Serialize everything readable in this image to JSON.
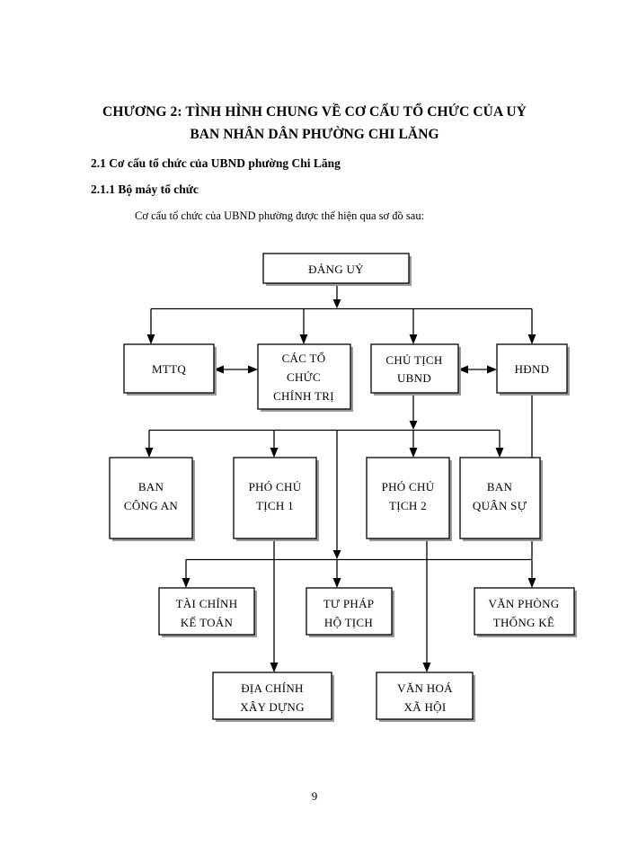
{
  "document": {
    "title_line1": "CHƯƠNG 2: TÌNH HÌNH CHUNG VỀ CƠ CẤU TỔ CHỨC CỦA UỶ",
    "title_line2": "BAN NHÂN DÂN PHƯỜNG CHI LĂNG",
    "heading_2_1": "2.1 Cơ cấu tổ chức của UBND phường Chi Lăng",
    "heading_2_1_1": "2.1.1 Bộ máy tổ chức",
    "intro_paragraph": "Cơ cấu tổ chức của UBND phường được thể hiện qua sơ đồ sau:",
    "page_number": "9"
  },
  "chart_data": {
    "type": "diagram",
    "title": "Sơ đồ cơ cấu tổ chức UBND phường Chi Lăng",
    "orientation": "top-down",
    "line_color": "#000000",
    "box_fill": "#ffffff",
    "shadow_color": "#9a9a9a",
    "levels": [
      {
        "level": 1,
        "nodes": [
          {
            "id": "dang-uy",
            "lines": [
              "ĐẢNG UỶ"
            ]
          }
        ]
      },
      {
        "level": 2,
        "nodes": [
          {
            "id": "mttq",
            "lines": [
              "MTTQ"
            ]
          },
          {
            "id": "cac-to-chuc-chinh-tri",
            "lines": [
              "CÁC TỔ",
              "CHỨC",
              "CHÍNH TRỊ"
            ]
          },
          {
            "id": "chu-tich-ubnd",
            "lines": [
              "CHỦ TỊCH",
              "UBND"
            ]
          },
          {
            "id": "hdnd",
            "lines": [
              "HĐND"
            ]
          }
        ]
      },
      {
        "level": 3,
        "nodes": [
          {
            "id": "ban-cong-an",
            "lines": [
              "BAN",
              "CÔNG AN"
            ]
          },
          {
            "id": "pho-chu-tich-1",
            "lines": [
              "PHÓ CHỦ",
              "TỊCH 1"
            ]
          },
          {
            "id": "pho-chu-tich-2",
            "lines": [
              "PHÓ CHỦ",
              "TỊCH 2"
            ]
          },
          {
            "id": "ban-quan-su",
            "lines": [
              "BAN",
              "QUÂN SỰ"
            ]
          }
        ]
      },
      {
        "level": 4,
        "nodes": [
          {
            "id": "tai-chinh-ke-toan",
            "lines": [
              "TÀI CHÍNH",
              "KẾ TOÁN"
            ]
          },
          {
            "id": "tu-phap-ho-tich",
            "lines": [
              "TƯ PHÁP",
              "HỘ TỊCH"
            ]
          },
          {
            "id": "van-phong-thong-ke",
            "lines": [
              "VĂN PHÒNG",
              "THỐNG KÊ"
            ]
          }
        ]
      },
      {
        "level": 5,
        "nodes": [
          {
            "id": "dia-chinh-xay-dung",
            "lines": [
              "ĐỊA CHÍNH",
              "XÂY DỰNG"
            ]
          },
          {
            "id": "van-hoa-xa-hoi",
            "lines": [
              "VĂN HOÁ",
              "XÃ HỘI"
            ]
          }
        ]
      }
    ],
    "bidirectional_links": [
      {
        "from": "mttq",
        "to": "cac-to-chuc-chinh-tri"
      },
      {
        "from": "chu-tich-ubnd",
        "to": "hdnd"
      }
    ]
  }
}
